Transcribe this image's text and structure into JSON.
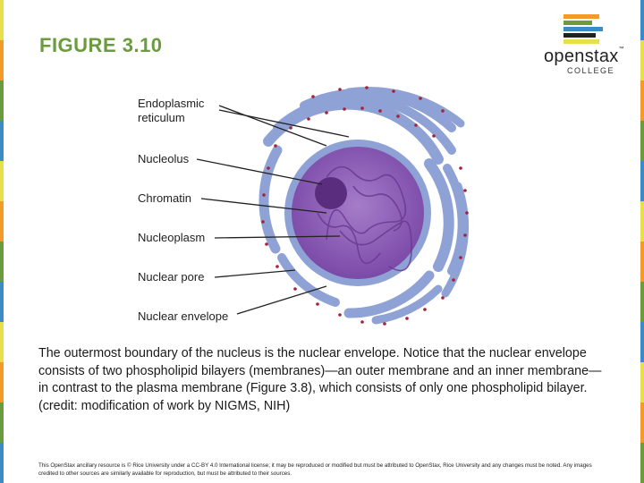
{
  "slide": {
    "title": "FIGURE 3.10",
    "logo": {
      "word": "openstax",
      "trademark": "™",
      "sub": "COLLEGE"
    },
    "figure": {
      "labels": {
        "er": "Endoplasmic",
        "er2": "reticulum",
        "nucleolus": "Nucleolus",
        "chromatin": "Chromatin",
        "nucleoplasm": "Nucleoplasm",
        "pore": "Nuclear pore",
        "envelope": "Nuclear envelope"
      }
    },
    "caption": {
      "before": "The outermost boundary of the nucleus is the nuclear envelope. Notice that the nuclear envelope consists of two phospholipid bilayers (membranes)—an outer membrane and an inner membrane—in contrast to the plasma membrane (",
      "link": "Figure 3.8",
      "after": "), which consists of only one phospholipid bilayer. (credit: modification of work by NIGMS, NIH)"
    },
    "footer": "This OpenStax ancillary resource is © Rice University under a CC-BY 4.0 International license; it may be reproduced or modified but must be attributed to OpenStax, Rice University and any changes must be noted. Any images credited to other sources are similarly available for reproduction, but must be attributed to their sources."
  },
  "colors": {
    "stripes": [
      "#e8e04a",
      "#f39a2a",
      "#6a9b3d",
      "#3b8bc4",
      "#e8e04a",
      "#f39a2a",
      "#6a9b3d",
      "#3b8bc4",
      "#e8e04a",
      "#f39a2a",
      "#6a9b3d",
      "#3b8bc4"
    ],
    "title": "#6a9b3d",
    "er_fill": "#8fa2d6",
    "er_dot": "#a3233a",
    "nucleus": "#7b4aa8",
    "nucleolus": "#5a2d7f"
  }
}
